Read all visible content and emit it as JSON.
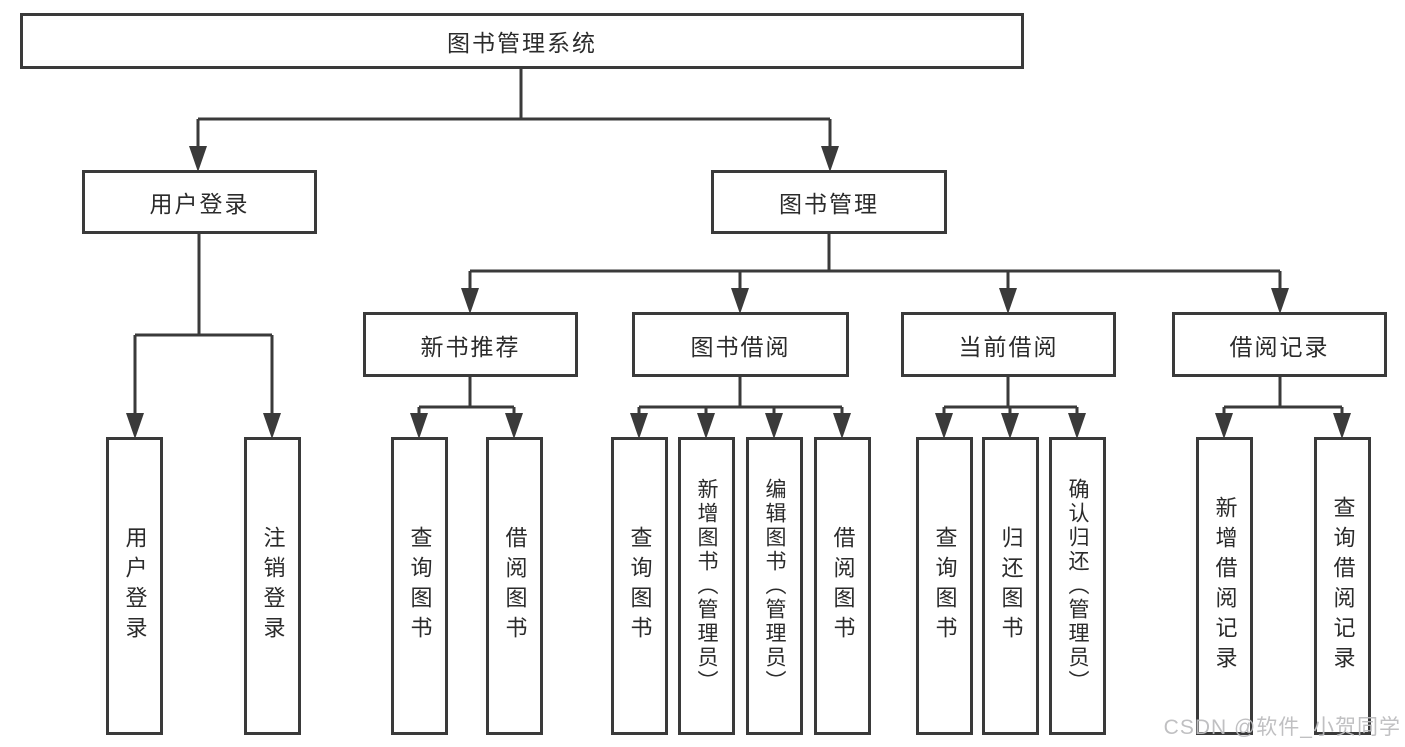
{
  "diagram": {
    "root": {
      "label": "图书管理系统"
    },
    "level2": [
      {
        "id": "user-login",
        "label": "用户登录"
      },
      {
        "id": "book-management",
        "label": "图书管理"
      }
    ],
    "level3": [
      {
        "id": "new-book-recommend",
        "label": "新书推荐",
        "parent": "book-management"
      },
      {
        "id": "book-borrow",
        "label": "图书借阅",
        "parent": "book-management"
      },
      {
        "id": "current-borrow",
        "label": "当前借阅",
        "parent": "book-management"
      },
      {
        "id": "borrow-records",
        "label": "借阅记录",
        "parent": "book-management"
      }
    ],
    "leaves": [
      {
        "label": "用户登录",
        "parent": "user-login"
      },
      {
        "label": "注销登录",
        "parent": "user-login"
      },
      {
        "label": "查询图书",
        "parent": "new-book-recommend"
      },
      {
        "label": "借阅图书",
        "parent": "new-book-recommend"
      },
      {
        "label": "查询图书",
        "parent": "book-borrow"
      },
      {
        "label": "新增图书（管理员）",
        "parent": "book-borrow"
      },
      {
        "label": "编辑图书（管理员）",
        "parent": "book-borrow"
      },
      {
        "label": "借阅图书",
        "parent": "book-borrow"
      },
      {
        "label": "查询图书",
        "parent": "current-borrow"
      },
      {
        "label": "归还图书",
        "parent": "current-borrow"
      },
      {
        "label": "确认归还（管理员）",
        "parent": "current-borrow"
      },
      {
        "label": "新增借阅记录",
        "parent": "borrow-records"
      },
      {
        "label": "查询借阅记录",
        "parent": "borrow-records"
      }
    ],
    "colors": {
      "line": "#3a3a3a",
      "text": "#2b2b2b",
      "watermark": "#bdbdbf",
      "background": "#ffffff"
    }
  },
  "watermark": {
    "text": "CSDN @软件_小贺同学"
  }
}
